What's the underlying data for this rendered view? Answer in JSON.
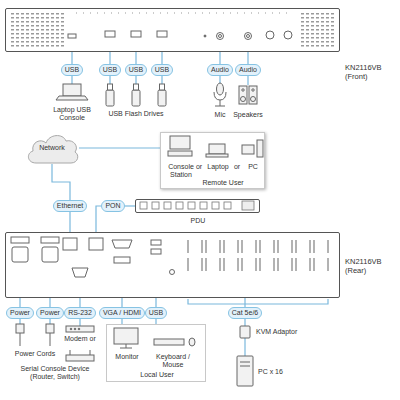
{
  "diagram": {
    "nodes": [
      {
        "text": [
          "KN2116VB (Front)"
        ]
      },
      {
        "text": [
          "USB"
        ]
      },
      {
        "text": [
          "USB"
        ]
      },
      {
        "text": [
          "USB"
        ]
      },
      {
        "text": [
          "USB"
        ]
      },
      {
        "text": [
          "Audio"
        ]
      },
      {
        "text": [
          "Audio"
        ]
      },
      {
        "text": [
          "Network"
        ]
      },
      {
        "text": [
          "Console Station",
          "or",
          "Laptop",
          "or",
          "PC",
          "Remote User"
        ]
      },
      {
        "text": [
          "Ethernet"
        ]
      },
      {
        "text": [
          "PON"
        ]
      },
      {
        "text": [
          "PDU"
        ]
      },
      {
        "text": [
          "KN2116VB (Rear)"
        ]
      },
      {
        "text": [
          "Power"
        ]
      },
      {
        "text": [
          "Power"
        ]
      },
      {
        "text": [
          "RS-232"
        ]
      },
      {
        "text": [
          "VGA / HDMI"
        ]
      },
      {
        "text": [
          "USB"
        ]
      },
      {
        "text": [
          "Cat 5e/6"
        ]
      },
      {
        "text": [
          "Monitor",
          "Keyboard / Mouse",
          "Local User"
        ]
      }
    ],
    "edges": [
      {
        "from": 0,
        "to": 1,
        "arrow": "none"
      },
      {
        "from": 0,
        "to": 2,
        "arrow": "none"
      },
      {
        "from": 0,
        "to": 3,
        "arrow": "none"
      },
      {
        "from": 0,
        "to": 4,
        "arrow": "none"
      },
      {
        "from": 0,
        "to": 5,
        "arrow": "none"
      },
      {
        "from": 0,
        "to": 6,
        "arrow": "none"
      },
      {
        "from": 7,
        "to": 8,
        "arrow": "none"
      },
      {
        "from": 7,
        "to": 9,
        "arrow": "none"
      },
      {
        "from": 9,
        "to": 12,
        "arrow": "none"
      },
      {
        "from": 12,
        "to": 10,
        "arrow": "none"
      },
      {
        "from": 10,
        "to": 11,
        "arrow": "none"
      },
      {
        "from": 12,
        "to": 13,
        "arrow": "none"
      },
      {
        "from": 12,
        "to": 14,
        "arrow": "none"
      },
      {
        "from": 12,
        "to": 15,
        "arrow": "none"
      },
      {
        "from": 12,
        "to": 16,
        "arrow": "none"
      },
      {
        "from": 12,
        "to": 17,
        "arrow": "none"
      },
      {
        "from": 12,
        "to": 18,
        "arrow": "none"
      },
      {
        "from": 16,
        "to": 19,
        "arrow": "none"
      },
      {
        "from": 17,
        "to": 19,
        "arrow": "none"
      }
    ],
    "labels": [
      "Laptop USB Console",
      "USB Flash Drives",
      "Mic",
      "Speakers",
      "Power Cords",
      "Modem or",
      "Serial Console Device (Router, Switch)",
      "KVM Adaptor",
      "PC x 16"
    ]
  }
}
